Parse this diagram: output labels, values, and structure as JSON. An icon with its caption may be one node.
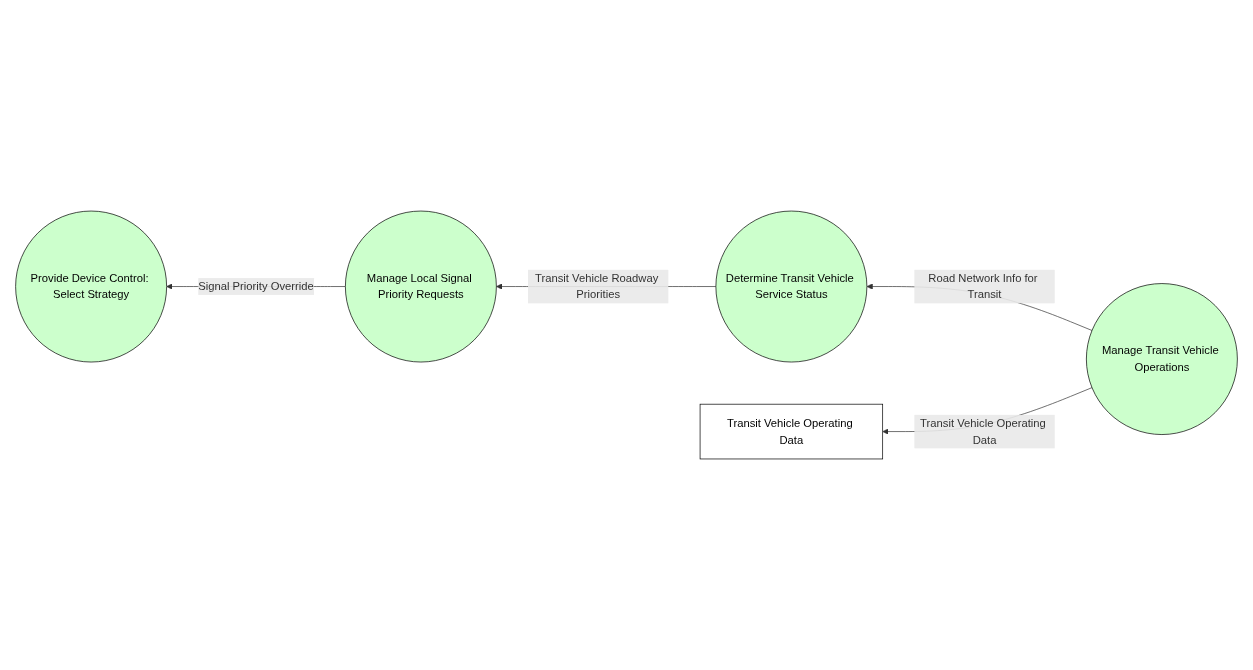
{
  "diagram": {
    "nodes": [
      {
        "text": [
          "Manage Local Signal Priority Requests"
        ]
      },
      {
        "text": [
          "Provide Device Control: Select Strategy"
        ]
      },
      {
        "text": [
          "Determine Transit Vehicle Service Status"
        ]
      },
      {
        "text": [
          "Manage Transit Vehicle Operations"
        ]
      },
      {
        "text": [
          "Transit Vehicle Operating Data"
        ]
      }
    ],
    "edges": [
      {
        "from": 0,
        "to": 1,
        "arrow": "to",
        "label": "Signal Priority Override"
      },
      {
        "from": 2,
        "to": 0,
        "arrow": "to",
        "label": "Transit Vehicle Roadway Priorities"
      },
      {
        "from": 3,
        "to": 2,
        "arrow": "to",
        "label": "Road Network Info for Transit"
      },
      {
        "from": 3,
        "to": 4,
        "arrow": "to",
        "label": "Transit Vehicle Operating Data"
      }
    ]
  }
}
